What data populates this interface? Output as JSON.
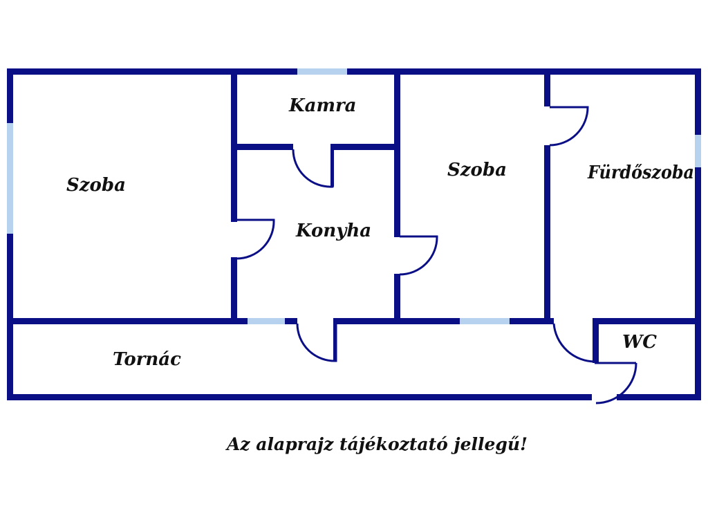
{
  "rooms": {
    "szoba_left": "Szoba",
    "kamra": "Kamra",
    "konyha": "Konyha",
    "szoba_middle": "Szoba",
    "furdoszoba": "Fürdőszoba",
    "wc": "WC",
    "tornac": "Tornác"
  },
  "note": "Az alaprajz tájékoztató jellegű!",
  "colors": {
    "wall": "#0b0f86",
    "window": "#b6d2ef"
  }
}
